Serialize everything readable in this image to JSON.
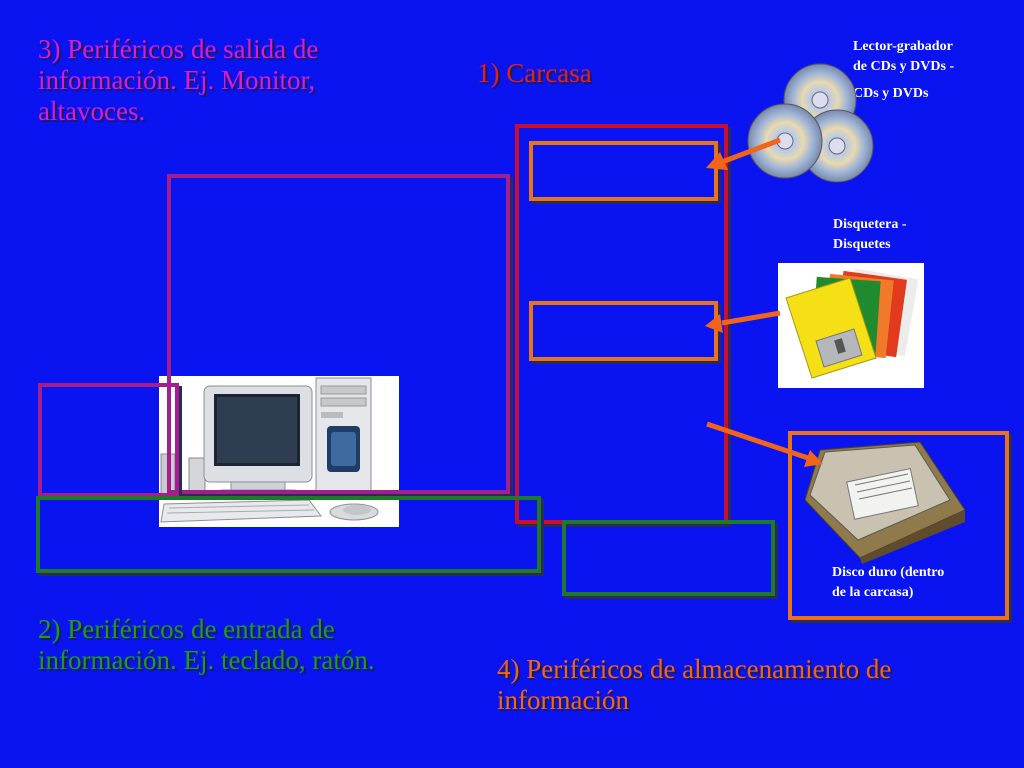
{
  "labels": {
    "salida": "3) Periféricos de salida de información. Ej. Monitor, altavoces.",
    "carcasa": "1) Carcasa",
    "entrada": "2) Periféricos de entrada de información. Ej. teclado, ratón.",
    "almacenamiento": "4) Periféricos de almacenamiento de información"
  },
  "devices": {
    "cd_line1": "Lector-grabador",
    "cd_line2": "de CDs y DVDs -",
    "cd_line3": "CDs y DVDs",
    "floppy_line1": "Disquetera  -",
    "floppy_line2": "Disquetes",
    "hdd_line1": "Disco duro (dentro",
    "hdd_line2": "de la carcasa)"
  },
  "colors": {
    "background": "#0a14f0",
    "salida": "#d81bd8",
    "carcasa": "#e0221e",
    "entrada": "#1f9a1f",
    "almacenamiento": "#f26418"
  }
}
